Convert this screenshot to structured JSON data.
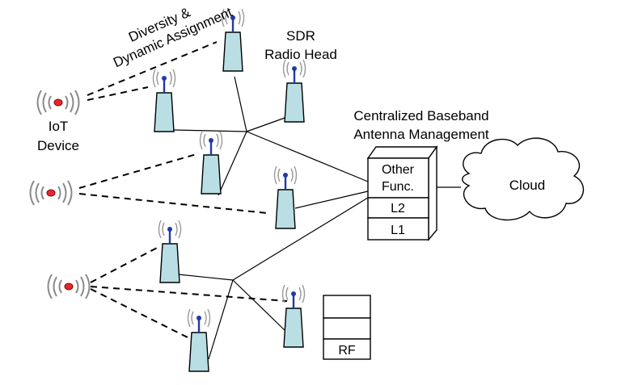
{
  "labels": {
    "diversity_line1": "Diversity &",
    "diversity_line2": "Dynamic Assignment",
    "sdr_line1": "SDR",
    "sdr_line2": "Radio Head",
    "iot_line1": "IoT",
    "iot_line2": "Device",
    "central_line1": "Centralized Baseband",
    "central_line2": "Antenna Management",
    "cloud": "Cloud"
  },
  "baseband_stack": {
    "other_line1": "Other",
    "other_line2": "Func.",
    "l2": "L2",
    "l1": "L1"
  },
  "rf_stack": {
    "rf": "RF"
  },
  "colors": {
    "antenna_fill": "#b9dfe4",
    "antenna_mast": "#1f3aa8",
    "iot_dot": "#e8262c",
    "wave": "#8a8a8a",
    "line": "#000000"
  },
  "icons": [
    "radio-head-icon",
    "iot-device-icon",
    "cloud-icon",
    "signal-wave-icon"
  ]
}
